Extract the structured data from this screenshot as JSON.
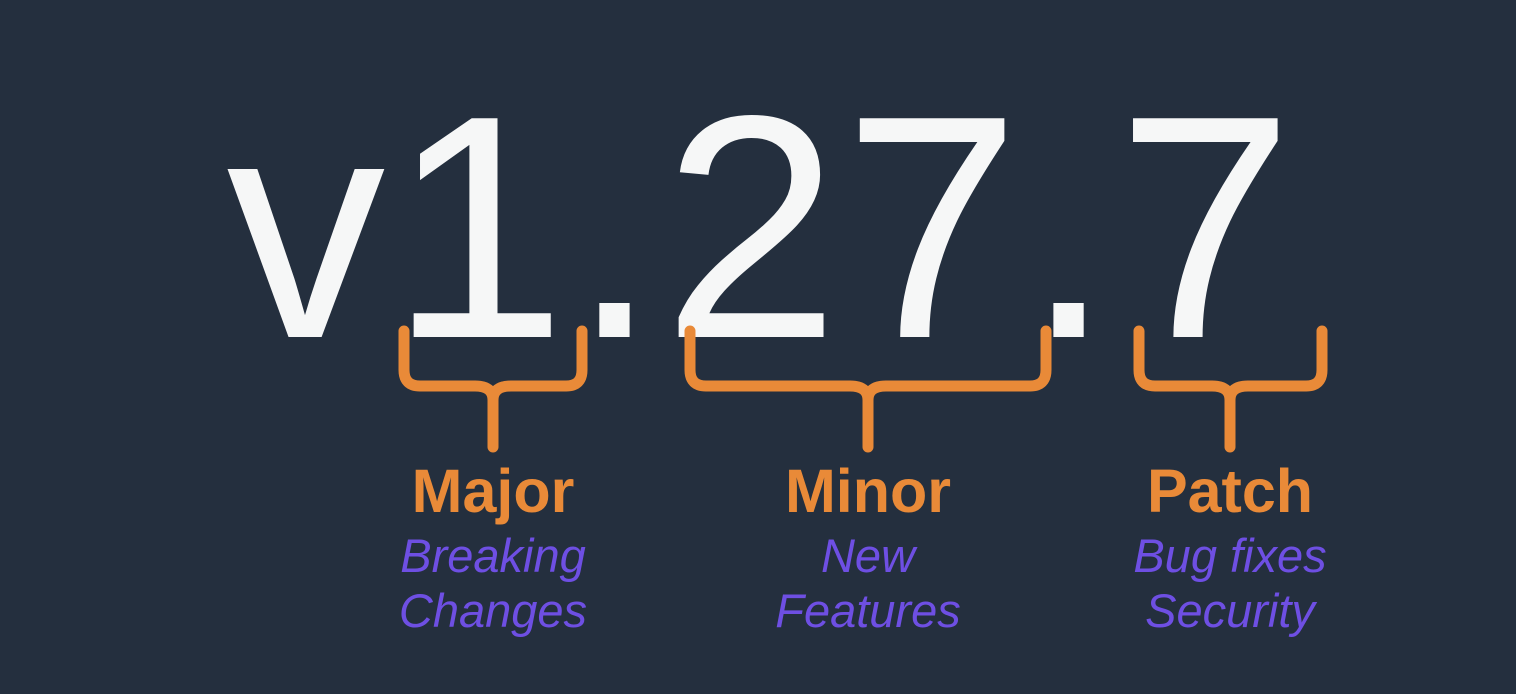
{
  "colors": {
    "background": "#242F3E",
    "version_text": "#F6F7F7",
    "brace": "#E98A38",
    "segment_name": "#E98A38",
    "segment_description": "#6E4FE3"
  },
  "version": {
    "prefix": "v",
    "major": "1",
    "minor": "27",
    "patch": "7",
    "separator": "."
  },
  "segments": [
    {
      "id": "major",
      "name": "Major",
      "description_line1": "Breaking",
      "description_line2": "Changes"
    },
    {
      "id": "minor",
      "name": "Minor",
      "description_line1": "New",
      "description_line2": "Features"
    },
    {
      "id": "patch",
      "name": "Patch",
      "description_line1": "Bug fixes",
      "description_line2": "Security"
    }
  ]
}
